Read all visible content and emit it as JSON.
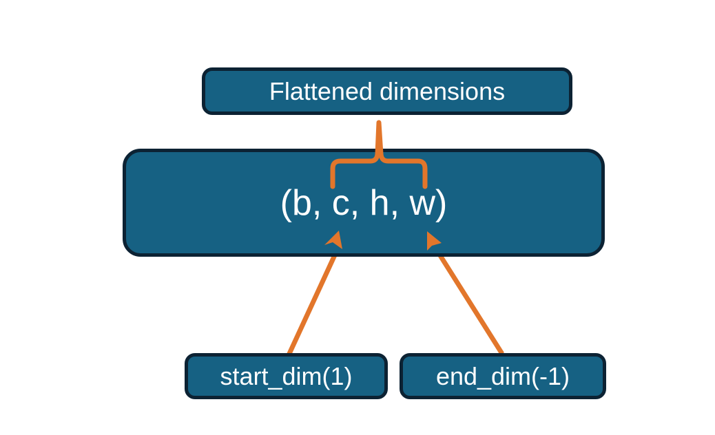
{
  "diagram": {
    "title_box": {
      "label": "Flattened dimensions"
    },
    "shape_box": {
      "label": "(b, c, h, w)"
    },
    "start_box": {
      "label": "start_dim(1)"
    },
    "end_box": {
      "label": "end_dim(-1)"
    },
    "colors": {
      "box_fill": "#166183",
      "box_border": "#0c2233",
      "box_text": "#ffffff",
      "connector": "#e2762b",
      "background": "#ffffff"
    },
    "connectors": [
      {
        "name": "brace-to-flattened",
        "kind": "curly-brace",
        "from": "shape_box",
        "to": "title_box",
        "spans": "c, h, w"
      },
      {
        "name": "start-dim-arrow",
        "kind": "arrow",
        "from": "start_box",
        "to": "shape_box",
        "points_at": "c"
      },
      {
        "name": "end-dim-arrow",
        "kind": "arrow",
        "from": "end_box",
        "to": "shape_box",
        "points_at": "w"
      }
    ]
  }
}
